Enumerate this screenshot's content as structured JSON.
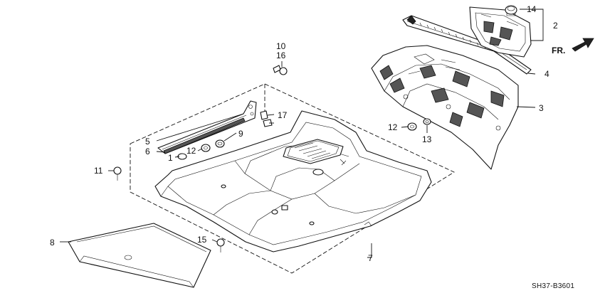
{
  "diagram": {
    "part_labels": [
      "1",
      "2",
      "3",
      "4",
      "5",
      "6",
      "7",
      "8",
      "9",
      "10",
      "11",
      "12",
      "12",
      "13",
      "14",
      "15",
      "16",
      "17"
    ],
    "direction_label": "FR.",
    "drawing_code": "SH37-B3601"
  },
  "colors": {
    "line": "#111111",
    "background": "#ffffff"
  }
}
